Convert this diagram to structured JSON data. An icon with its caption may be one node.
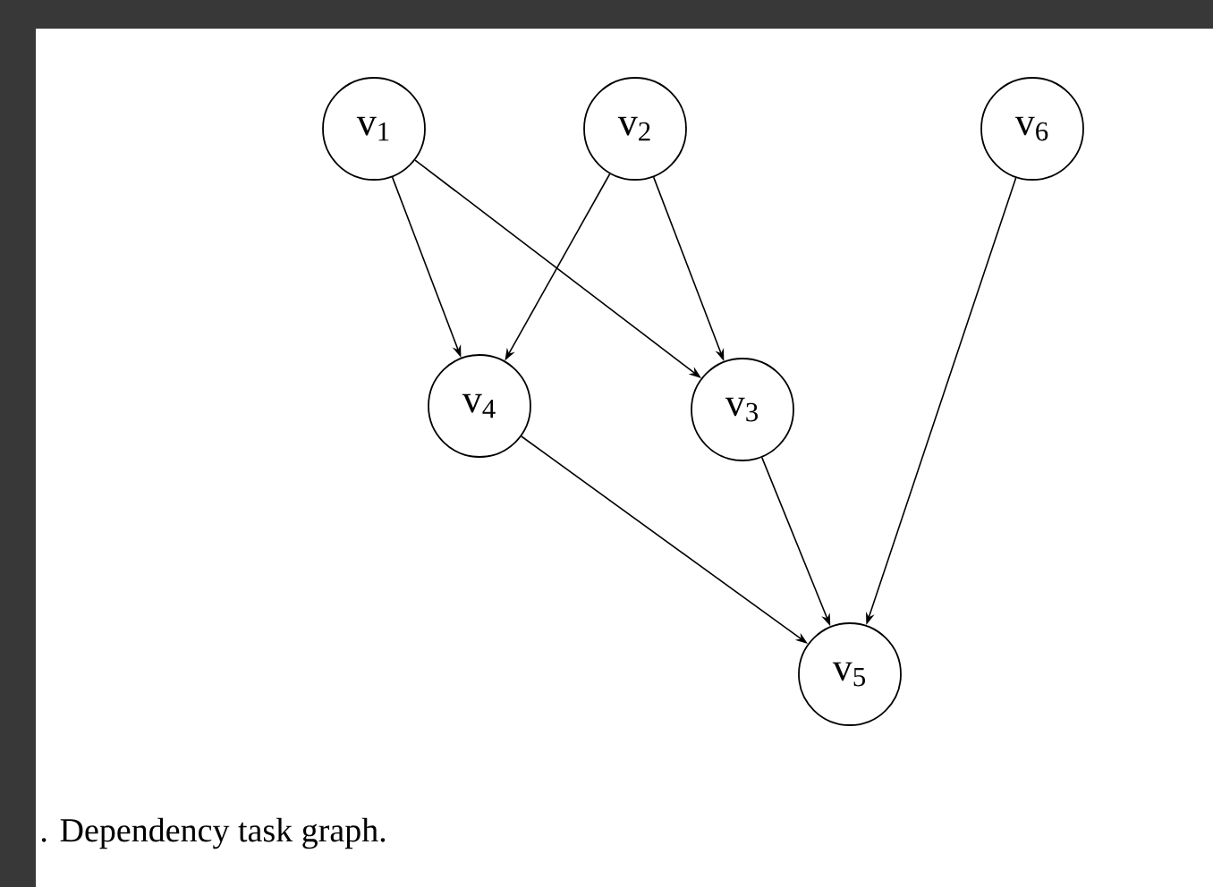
{
  "diagram": {
    "caption": ". Dependency task graph.",
    "nodes": [
      {
        "text": [
          "v$_{1}$"
        ]
      },
      {
        "text": [
          "v$_{2}$"
        ]
      },
      {
        "text": [
          "v$_{6}$"
        ]
      },
      {
        "text": [
          "v$_{4}$"
        ]
      },
      {
        "text": [
          "v$_{3}$"
        ]
      },
      {
        "text": [
          "v$_{5}$"
        ]
      }
    ],
    "edges": [
      {
        "from": 0,
        "to": 3,
        "arrow": "to"
      },
      {
        "from": 0,
        "to": 4,
        "arrow": "to"
      },
      {
        "from": 1,
        "to": 3,
        "arrow": "to"
      },
      {
        "from": 1,
        "to": 4,
        "arrow": "to"
      },
      {
        "from": 2,
        "to": 5,
        "arrow": "to"
      },
      {
        "from": 3,
        "to": 5,
        "arrow": "to"
      },
      {
        "from": 4,
        "to": 5,
        "arrow": "to"
      }
    ]
  }
}
